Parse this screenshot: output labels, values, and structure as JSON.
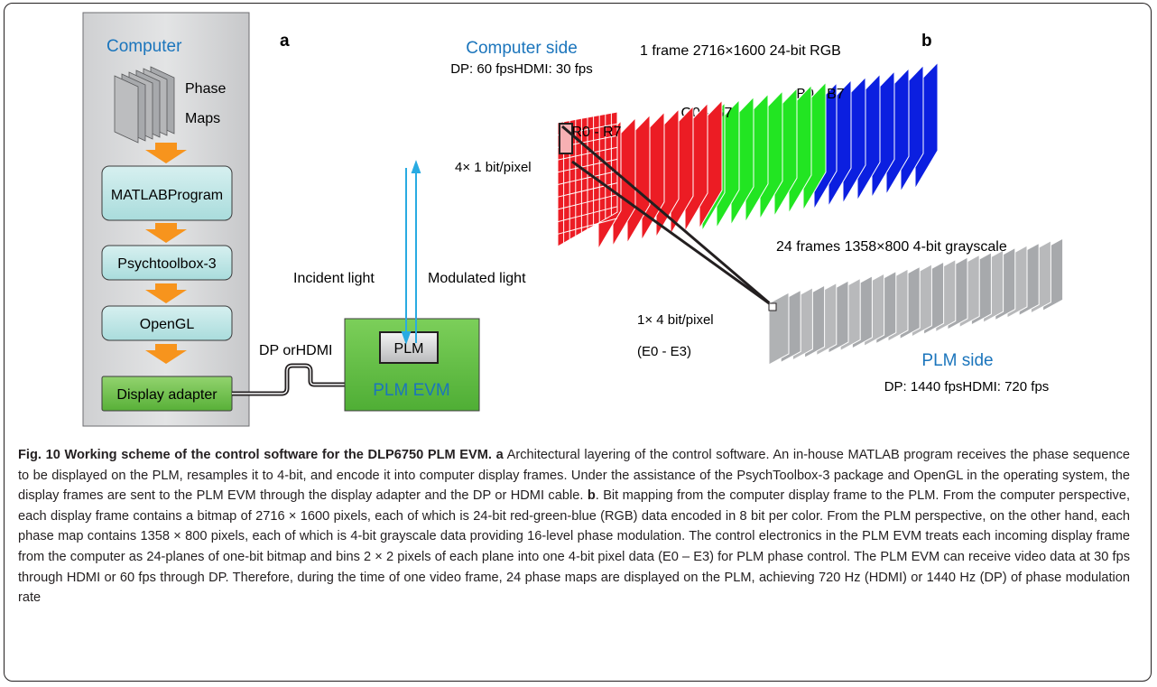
{
  "panel_a": {
    "letter": "a",
    "computer_title": "Computer",
    "phase_label_1": "Phase",
    "phase_label_2": "Maps",
    "stack": [
      "MATLABProgram",
      "Psychtoolbox-3",
      "OpenGL",
      "Display adapter"
    ],
    "cable_label": "DP orHDMI",
    "incident_light": "Incident light",
    "modulated_light": "Modulated light",
    "plm_chip": "PLM",
    "plm_evm": "PLM EVM"
  },
  "panel_b": {
    "letter": "b",
    "computer_side": "Computer side",
    "computer_rate": "DP: 60 fpsHDMI: 30 fps",
    "frame_info": "1 frame 2716×1600 24-bit RGB",
    "red_label": "R0 - R7",
    "green_label": "G0 - G7",
    "blue_label": "B0 - B7",
    "bits_in": "4× 1 bit/pixel",
    "gray_info": "24 frames 1358×800 4-bit grayscale",
    "bits_out": "1× 4 bit/pixel",
    "bits_out_names": "(E0 - E3)",
    "plm_side": "PLM side",
    "plm_rate": "DP: 1440 fpsHDMI: 720 fps"
  },
  "colors": {
    "computer_blue": "#1b75bc",
    "light_blue": "#29abe2",
    "red": "#ec1c24",
    "green": "#22e522",
    "blue": "#0b1fe0",
    "orange": "#f7941d",
    "teal_box": "#bde6e6",
    "green_box": "#6cc24a",
    "gray": "#a7a9ac"
  },
  "caption": {
    "title": "Fig. 10 Working scheme of the control software for the DLP6750 PLM EVM.",
    "a_letter": "a",
    "a_text": "Architectural layering of the control software. An in-house MATLAB program receives the phase sequence to be displayed on the PLM, resamples it to 4-bit, and encode it into computer display frames. Under the assistance of the PsychToolbox-3 package and OpenGL in the operating system, the display frames are sent to the PLM EVM through the display adapter and the DP or HDMI cable.",
    "b_letter": "b",
    "b_text": ". Bit mapping from the computer display frame to the PLM. From the computer perspective, each display frame contains a bitmap of 2716 × 1600 pixels, each of which is 24-bit red-green-blue (RGB) data encoded in 8 bit per color. From the PLM perspective, on the other hand, each phase map contains 1358 × 800 pixels, each of which is 4-bit grayscale data providing 16-level phase modulation. The control electronics in the PLM EVM treats each incoming display frame from the computer as 24-planes of one-bit bitmap and bins 2 × 2 pixels of each plane into one 4-bit pixel data (E0 – E3) for PLM phase control. The PLM EVM can receive video data at 30 fps through HDMI or 60 fps through DP. Therefore, during the time of one video frame, 24 phase maps are displayed on the PLM, achieving 720 Hz (HDMI) or 1440 Hz (DP) of phase modulation rate"
  }
}
